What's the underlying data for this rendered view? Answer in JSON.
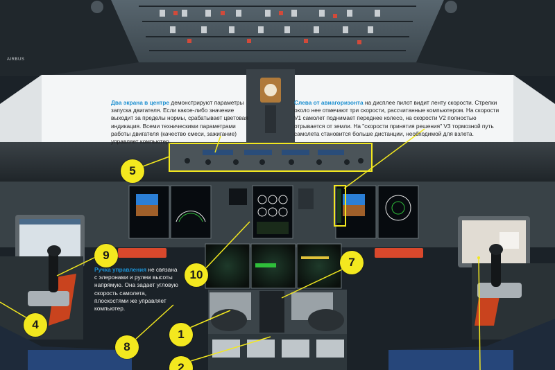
{
  "brand": "AIRBUS",
  "callouts": {
    "engine_screens": {
      "highlight": "Два экрана в центре",
      "text": "демонстрируют параметры запуска двигателя. Если какое-либо значение выходит за пределы нормы, срабатывает цветовая индикация. Всеми техническими параметрами работы двигателя (качество смеси, зажигание) управляет компьютер."
    },
    "speed_tape": {
      "highlight": "Слева от авиагоризонта",
      "text": "на дисплее пилот видит ленту скорости. Стрелки около нее отмечают три скорости, рассчитанные компьютером. На скорости V1 самолет поднимает переднее колесо, на скорости V2 полностью отрывается от земли. На \"скорости принятия решения\" V3 тормозной путь самолета становится больше дистанции, необходимой для взлета."
    },
    "sidestick": {
      "highlight": "Ручка управления",
      "text": "не связана с элеронами и рулем высоты напрямую. Она задает угловую скорость самолета, плоскостями же управляет компьютер."
    }
  },
  "markers": [
    "5",
    "9",
    "10",
    "7",
    "4",
    "1",
    "8",
    "2"
  ],
  "colors": {
    "marker": "#f3e81f",
    "highlight": "#1c8fd0"
  }
}
